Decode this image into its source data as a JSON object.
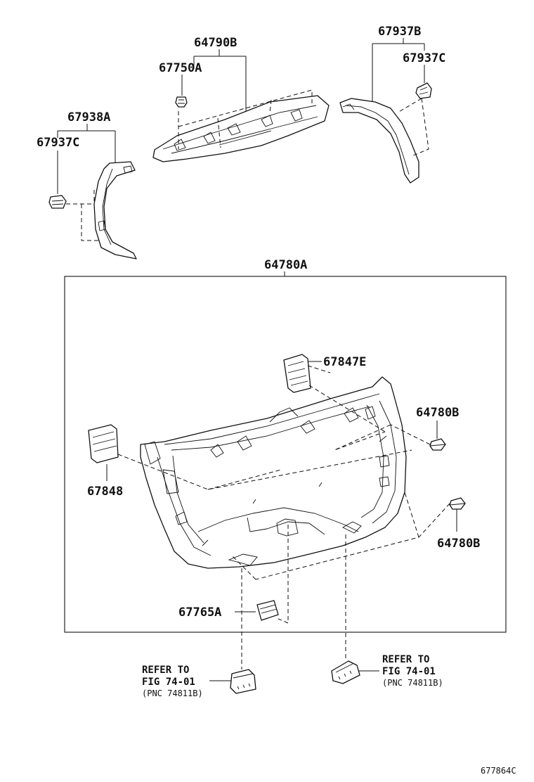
{
  "diagram_id": "677864C",
  "labels": {
    "p64790B": "64790B",
    "p67750A": "67750A",
    "p67937B": "67937B",
    "p67937C_right": "67937C",
    "p67938A": "67938A",
    "p67937C_left": "67937C",
    "p64780A": "64780A",
    "p67847E": "67847E",
    "p64780B_upper": "64780B",
    "p67848": "67848",
    "p64780B_lower": "64780B",
    "p67765A": "67765A"
  },
  "references": [
    {
      "line1": "REFER TO",
      "line2": "FIG 74-01",
      "line3": "(PNC 74811B)"
    },
    {
      "line1": "REFER TO",
      "line2": "FIG 74-01",
      "line3": "(PNC 74811B)"
    }
  ]
}
